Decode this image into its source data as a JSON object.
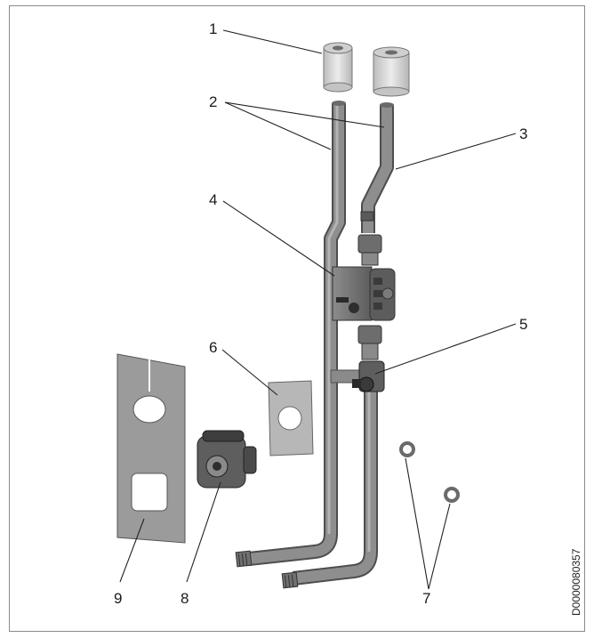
{
  "callouts": {
    "c1": "1",
    "c2": "2",
    "c3": "3",
    "c4": "4",
    "c5": "5",
    "c6": "6",
    "c7": "7",
    "c8": "8",
    "c9": "9"
  },
  "document_id": "D0000080357",
  "colors": {
    "pipe": "#8a8a8a",
    "pipe_dark": "#5f5f5f",
    "insulation": "#d8d8d8",
    "plate": "#9a9a9a",
    "pump": "#6e6e6e",
    "frame": "#8a8a8a"
  }
}
